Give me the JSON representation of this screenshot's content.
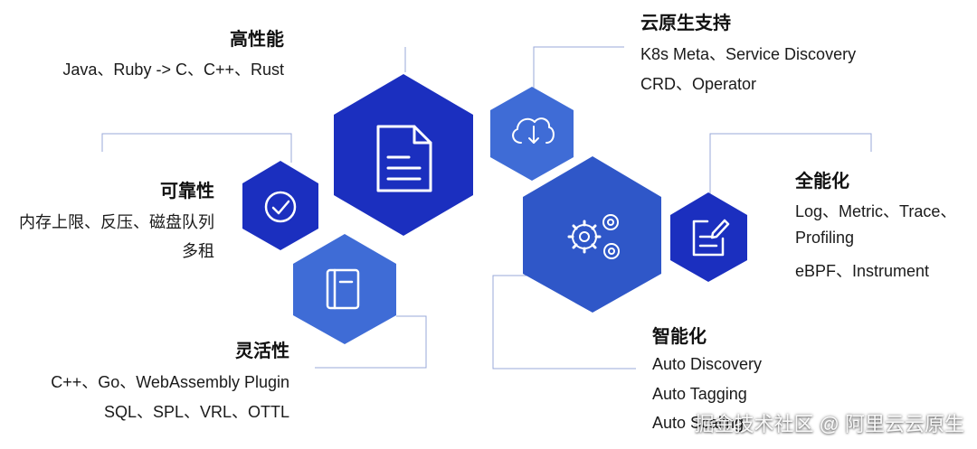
{
  "colors": {
    "hex_dark": "#1b2fbf",
    "hex_mid": "#2f57c8",
    "hex_light": "#3f6cd6",
    "connector": "#9aa8d8",
    "icon_stroke": "#ffffff"
  },
  "nodes": {
    "performance": {
      "title": "高性能",
      "lines": [
        "Java、Ruby -> C、C++、Rust"
      ],
      "icon": "document-icon"
    },
    "cloud_native": {
      "title": "云原生支持",
      "lines": [
        "K8s Meta、Service Discovery",
        "CRD、Operator"
      ],
      "icon": "cloud-download-icon"
    },
    "reliability": {
      "title": "可靠性",
      "lines": [
        "内存上限、反压、磁盘队列",
        "多租"
      ],
      "icon": "check-circle-icon"
    },
    "full_capability": {
      "title": "全能化",
      "lines": [
        "Log、Metric、Trace、",
        "Profiling",
        "eBPF、Instrument"
      ],
      "icon": "edit-note-icon"
    },
    "flexibility": {
      "title": "灵活性",
      "lines": [
        "C++、Go、WebAssembly Plugin",
        "SQL、SPL、VRL、OTTL"
      ],
      "icon": "book-icon"
    },
    "intelligence": {
      "title": "智能化",
      "lines": [
        "Auto Discovery",
        "Auto Tagging",
        "Auto Scaling"
      ],
      "icon": "gears-icon"
    }
  },
  "watermark": "掘金技术社区 @ 阿里云云原生"
}
